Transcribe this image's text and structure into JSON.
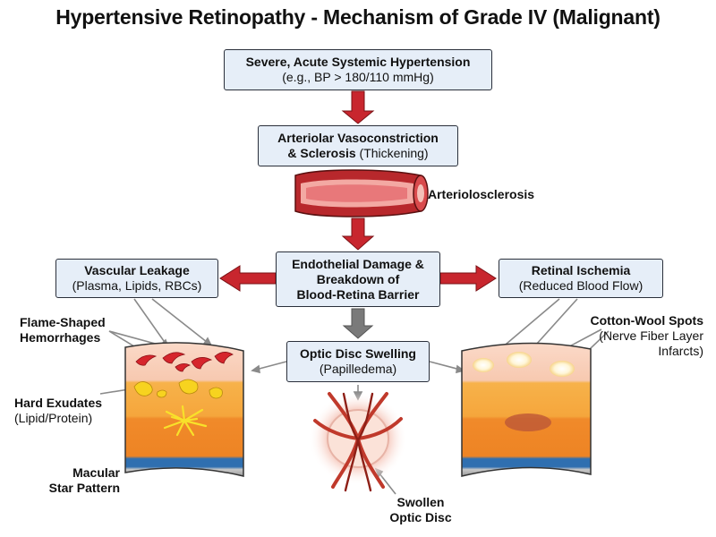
{
  "title": "Hypertensive Retinopathy - Mechanism of Grade IV (Malignant)",
  "nodes": {
    "hypertension": {
      "line1": "Severe, Acute Systemic Hypertension",
      "line2": "(e.g., BP > 180/110 mmHg)"
    },
    "vasoconstriction": {
      "line1": "Arteriolar Vasoconstriction",
      "line2_bold": "& Sclerosis",
      "line2_rest": " (Thickening)"
    },
    "arteriolosclerosis": "Arteriolosclerosis",
    "endothelial": {
      "line1": "Endothelial Damage &",
      "line2": "Breakdown of",
      "line3": "Blood-Retina Barrier"
    },
    "leakage": {
      "line1": "Vascular Leakage",
      "line2": "(Plasma, Lipids, RBCs)"
    },
    "ischemia": {
      "line1": "Retinal Ischemia",
      "line2": "(Reduced Blood Flow)"
    },
    "optic_swelling": {
      "line1": "Optic Disc Swelling",
      "line2": "(Papilledema)"
    }
  },
  "labels": {
    "flame": {
      "line1": "Flame-Shaped",
      "line2": "Hemorrhages"
    },
    "exudates": {
      "line1": "Hard Exudates",
      "line2": "(Lipid/Protein)"
    },
    "macular": {
      "line1": "Macular",
      "line2": "Star Pattern"
    },
    "cotton": {
      "line1": "Cotton-Wool Spots",
      "line2": "(Nerve Fiber Layer",
      "line3": "Infarcts)"
    },
    "swollen": {
      "line1": "Swollen",
      "line2": "Optic Disc"
    }
  },
  "colors": {
    "box_fill": "#e6eef8",
    "arrow_red": "#c8262e",
    "arrow_gray": "#7a7a7a",
    "retina_orange": "#f09a3e",
    "vessel_red": "#c0392b"
  }
}
